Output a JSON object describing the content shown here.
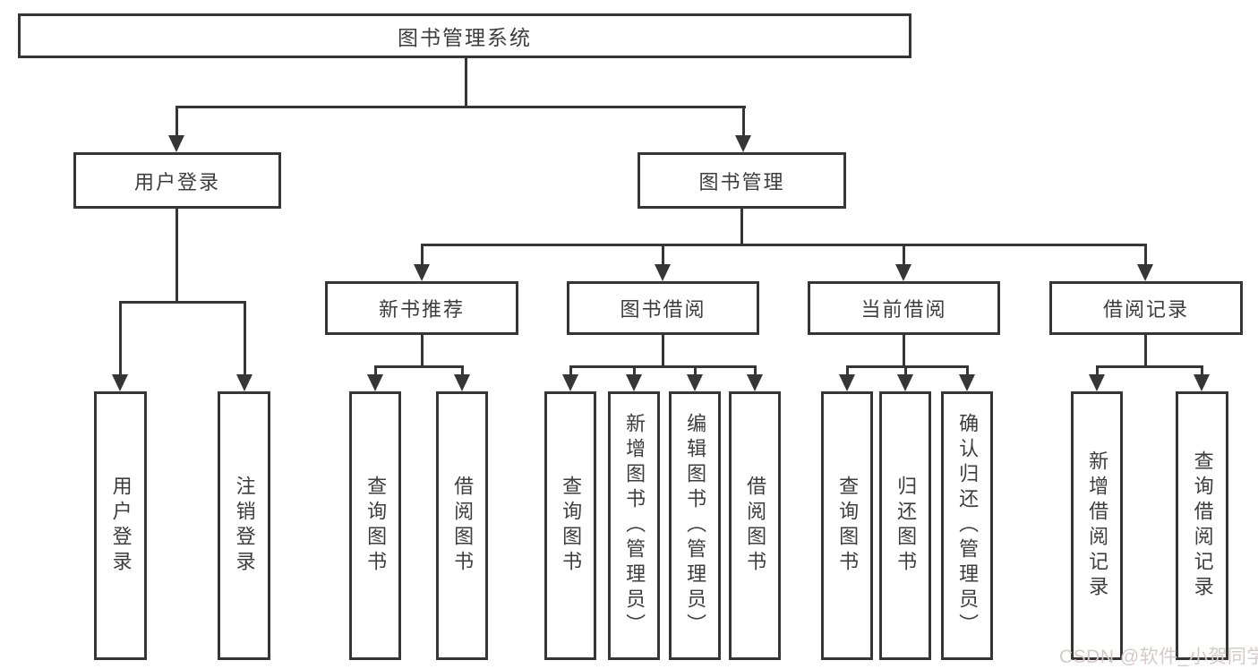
{
  "diagram": {
    "root": {
      "label": "图书管理系统"
    },
    "level2": [
      {
        "label": "用户登录"
      },
      {
        "label": "图书管理"
      }
    ],
    "level3": [
      {
        "label": "新书推荐"
      },
      {
        "label": "图书借阅"
      },
      {
        "label": "当前借阅"
      },
      {
        "label": "借阅记录"
      }
    ],
    "leaves": {
      "user_login": [
        "用户登录",
        "注销登录"
      ],
      "new_books": [
        "查询图书",
        "借阅图书"
      ],
      "book_borrow": [
        "查询图书",
        "新增图书（管理员）",
        "编辑图书（管理员）",
        "借阅图书"
      ],
      "current_borrow": [
        "查询图书",
        "归还图书",
        "确认归还（管理员）"
      ],
      "borrow_records": [
        "新增借阅记录",
        "查询借阅记录"
      ]
    }
  },
  "watermark": {
    "text": "CSDN @软件_小贺同学"
  },
  "colors": {
    "line": "#363636",
    "text": "#3d3d3d",
    "background": "#ffffff",
    "watermark": "#d5c9c9"
  }
}
